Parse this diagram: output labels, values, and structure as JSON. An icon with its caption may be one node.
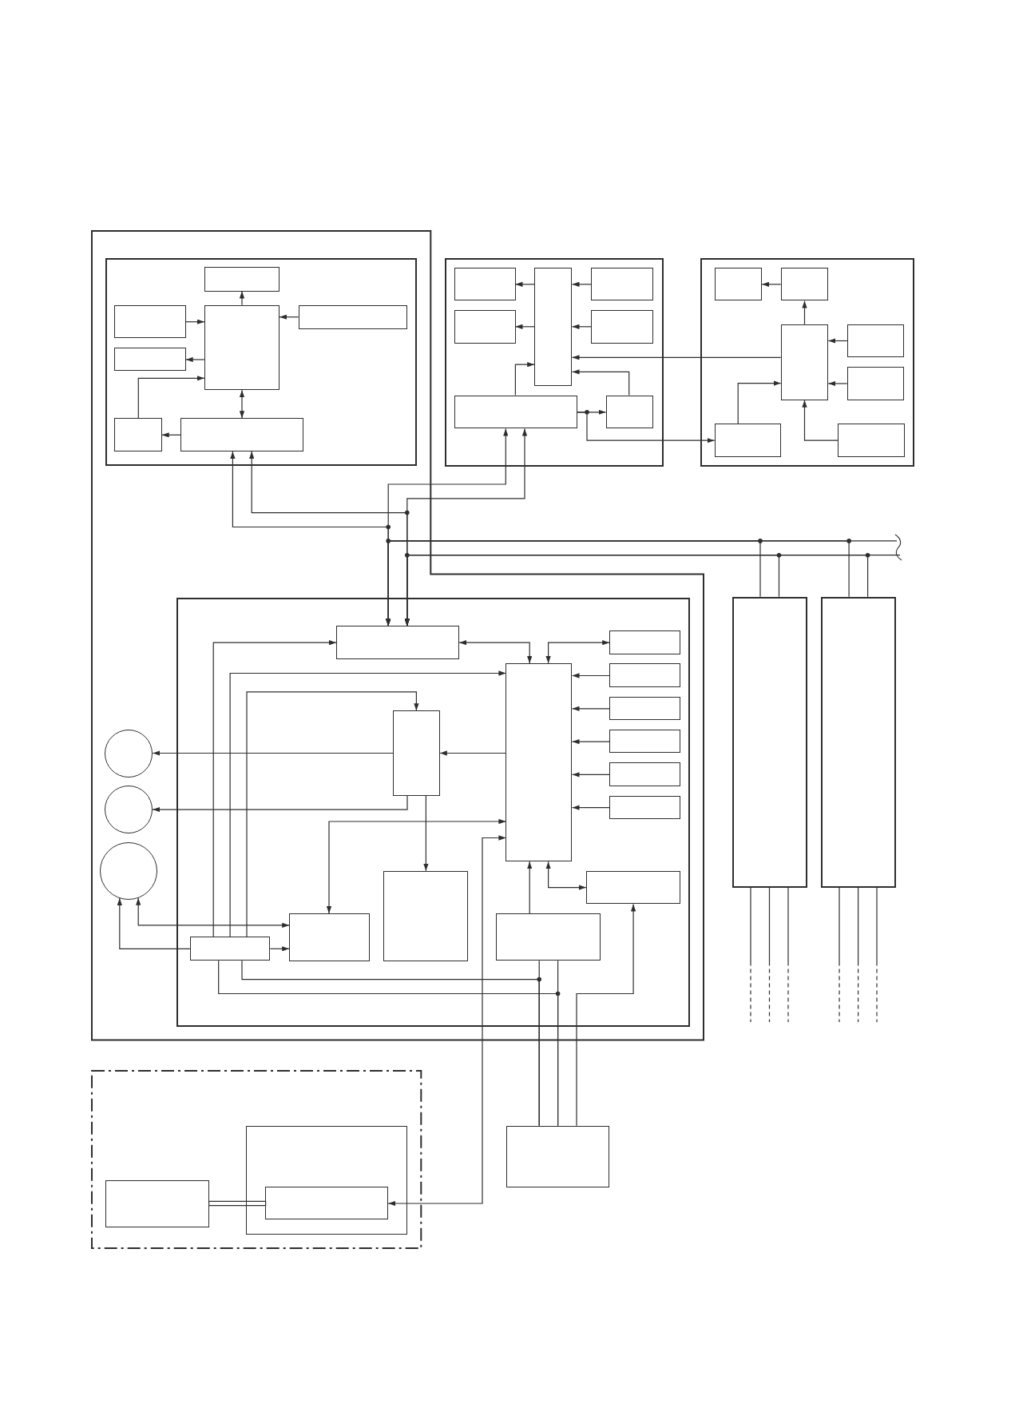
{
  "diagram": {
    "nodes": [
      {
        "text": [],
        "shape": "box"
      },
      {
        "text": [],
        "shape": "box",
        "in": 0
      },
      {
        "text": [],
        "shape": "box",
        "in": 1
      },
      {
        "text": [],
        "shape": "box",
        "in": 1
      },
      {
        "text": [],
        "shape": "box",
        "in": 1
      },
      {
        "text": [],
        "shape": "box",
        "in": 1
      },
      {
        "text": [],
        "shape": "box",
        "in": 1
      },
      {
        "text": [],
        "shape": "box",
        "in": 1
      },
      {
        "text": [],
        "shape": "box",
        "in": 1
      },
      {
        "text": [],
        "shape": "box"
      },
      {
        "text": [],
        "shape": "box",
        "in": 9
      },
      {
        "text": [],
        "shape": "box",
        "in": 9
      },
      {
        "text": [],
        "shape": "box",
        "in": 9
      },
      {
        "text": [],
        "shape": "box",
        "in": 9
      },
      {
        "text": [],
        "shape": "box",
        "in": 9
      },
      {
        "text": [],
        "shape": "box",
        "in": 9
      },
      {
        "text": [],
        "shape": "box",
        "in": 9
      },
      {
        "text": [],
        "shape": "box"
      },
      {
        "text": [],
        "shape": "box",
        "in": 17
      },
      {
        "text": [],
        "shape": "box",
        "in": 17
      },
      {
        "text": [],
        "shape": "box",
        "in": 17
      },
      {
        "text": [],
        "shape": "box",
        "in": 17
      },
      {
        "text": [],
        "shape": "box",
        "in": 17
      },
      {
        "text": [],
        "shape": "box",
        "in": 17
      },
      {
        "text": [],
        "shape": "box",
        "in": 17
      },
      {
        "text": [],
        "shape": "box",
        "in": 0
      },
      {
        "text": [],
        "shape": "box",
        "in": 25
      },
      {
        "text": [],
        "shape": "box",
        "in": 25
      },
      {
        "text": [],
        "shape": "box",
        "in": 25
      },
      {
        "text": [],
        "shape": "box",
        "in": 25
      },
      {
        "text": [],
        "shape": "box",
        "in": 25
      },
      {
        "text": [],
        "shape": "box",
        "in": 25
      },
      {
        "text": [],
        "shape": "box",
        "in": 25
      },
      {
        "text": [],
        "shape": "box",
        "in": 25
      },
      {
        "text": [],
        "shape": "box",
        "in": 25
      },
      {
        "text": [],
        "shape": "box",
        "in": 25
      },
      {
        "text": [],
        "shape": "box",
        "in": 25
      },
      {
        "text": [],
        "shape": "box",
        "in": 25
      },
      {
        "text": [],
        "shape": "box",
        "in": 25
      },
      {
        "text": [],
        "shape": "box",
        "in": 25
      },
      {
        "text": [],
        "shape": "circle",
        "in": 0
      },
      {
        "text": [],
        "shape": "circle",
        "in": 0
      },
      {
        "text": [],
        "shape": "circle",
        "in": 0
      },
      {
        "text": [],
        "shape": "box"
      },
      {
        "text": [],
        "shape": "box"
      },
      {
        "text": [],
        "shape": "box"
      },
      {
        "text": [],
        "shape": "box",
        "in": 45
      },
      {
        "text": [],
        "shape": "box",
        "in": 45
      },
      {
        "text": [],
        "shape": "box",
        "in": 47
      },
      {
        "text": [],
        "shape": "box"
      }
    ],
    "edges": [
      {
        "from": 4,
        "to": 2,
        "arrow": "to"
      },
      {
        "from": 3,
        "to": 4,
        "arrow": "to"
      },
      {
        "from": 4,
        "to": 6,
        "arrow": "to"
      },
      {
        "from": 5,
        "to": 4,
        "arrow": "to"
      },
      {
        "from": 7,
        "to": 4,
        "arrow": "to"
      },
      {
        "from": 4,
        "to": 8,
        "arrow": "both"
      },
      {
        "from": 8,
        "to": 7,
        "arrow": "to"
      },
      {
        "from": 11,
        "to": 10,
        "arrow": "to"
      },
      {
        "from": 11,
        "to": 13,
        "arrow": "to"
      },
      {
        "from": 12,
        "to": 11,
        "arrow": "to"
      },
      {
        "from": 14,
        "to": 11,
        "arrow": "to"
      },
      {
        "from": 15,
        "to": 11,
        "arrow": "to"
      },
      {
        "from": 16,
        "to": 11,
        "arrow": "to"
      },
      {
        "from": 20,
        "to": 11,
        "arrow": "to"
      },
      {
        "from": 15,
        "to": 16,
        "arrow": "to"
      },
      {
        "from": 15,
        "to": 23,
        "arrow": "to"
      },
      {
        "from": 19,
        "to": 18,
        "arrow": "to"
      },
      {
        "from": 20,
        "to": 19,
        "arrow": "to"
      },
      {
        "from": 21,
        "to": 20,
        "arrow": "to"
      },
      {
        "from": 22,
        "to": 20,
        "arrow": "to"
      },
      {
        "from": 23,
        "to": 20,
        "arrow": "to"
      },
      {
        "from": 24,
        "to": 20,
        "arrow": "to"
      },
      {
        "from": 26,
        "to": 8,
        "arrow": "both"
      },
      {
        "from": 26,
        "to": 15,
        "arrow": "both"
      },
      {
        "from": 43,
        "to": 26,
        "arrow": "to"
      },
      {
        "from": 44,
        "to": 26,
        "arrow": "to"
      },
      {
        "from": null,
        "to": 26,
        "arrow": "to"
      },
      {
        "from": 26,
        "to": 8,
        "arrow": "both"
      },
      {
        "from": 26,
        "to": 15,
        "arrow": "both"
      },
      {
        "from": 43,
        "to": 26,
        "arrow": "to"
      },
      {
        "from": 44,
        "to": 26,
        "arrow": "to"
      },
      {
        "from": null,
        "to": 26,
        "arrow": "to"
      },
      {
        "from": 26,
        "to": 28,
        "arrow": "both"
      },
      {
        "from": 28,
        "to": 27,
        "arrow": "both"
      },
      {
        "from": 29,
        "to": 28,
        "arrow": "to"
      },
      {
        "from": 30,
        "to": 28,
        "arrow": "to"
      },
      {
        "from": 32,
        "to": 28,
        "arrow": "to"
      },
      {
        "from": 33,
        "to": 28,
        "arrow": "to"
      },
      {
        "from": 34,
        "to": 28,
        "arrow": "to"
      },
      {
        "from": 28,
        "to": 31,
        "arrow": "to"
      },
      {
        "from": 31,
        "to": 40,
        "arrow": "to"
      },
      {
        "from": 31,
        "to": 41,
        "arrow": "to"
      },
      {
        "from": 31,
        "to": 36,
        "arrow": "to"
      },
      {
        "from": 39,
        "to": 26,
        "arrow": "to"
      },
      {
        "from": 39,
        "to": 28,
        "arrow": "to"
      },
      {
        "from": 39,
        "to": 31,
        "arrow": "to"
      },
      {
        "from": 28,
        "to": 37,
        "arrow": "both"
      },
      {
        "from": 42,
        "to": 37,
        "arrow": "both"
      },
      {
        "from": 39,
        "to": 42,
        "arrow": "to"
      },
      {
        "from": 39,
        "to": 37,
        "arrow": "to"
      },
      {
        "from": 38,
        "to": 28,
        "arrow": "to"
      },
      {
        "from": 28,
        "to": 35,
        "arrow": "both"
      },
      {
        "from": 49,
        "to": 35,
        "arrow": "to"
      },
      {
        "from": 38,
        "to": 49,
        "arrow": "none"
      },
      {
        "from": 38,
        "to": 49,
        "arrow": "none"
      },
      {
        "from": 39,
        "to": 49,
        "arrow": "none"
      },
      {
        "from": 39,
        "to": 49,
        "arrow": "none"
      },
      {
        "from": 28,
        "to": 48,
        "arrow": "both"
      },
      {
        "from": 46,
        "to": 48,
        "arrow": "none"
      },
      {
        "from": 43,
        "to": null,
        "arrow": "none",
        "style": "dashed"
      },
      {
        "from": 43,
        "to": null,
        "arrow": "none",
        "style": "dashed"
      },
      {
        "from": 43,
        "to": null,
        "arrow": "none",
        "style": "dashed"
      },
      {
        "from": 44,
        "to": null,
        "arrow": "none",
        "style": "dashed"
      },
      {
        "from": 44,
        "to": null,
        "arrow": "none",
        "style": "dashed"
      },
      {
        "from": 44,
        "to": null,
        "arrow": "none",
        "style": "dashed"
      }
    ]
  }
}
